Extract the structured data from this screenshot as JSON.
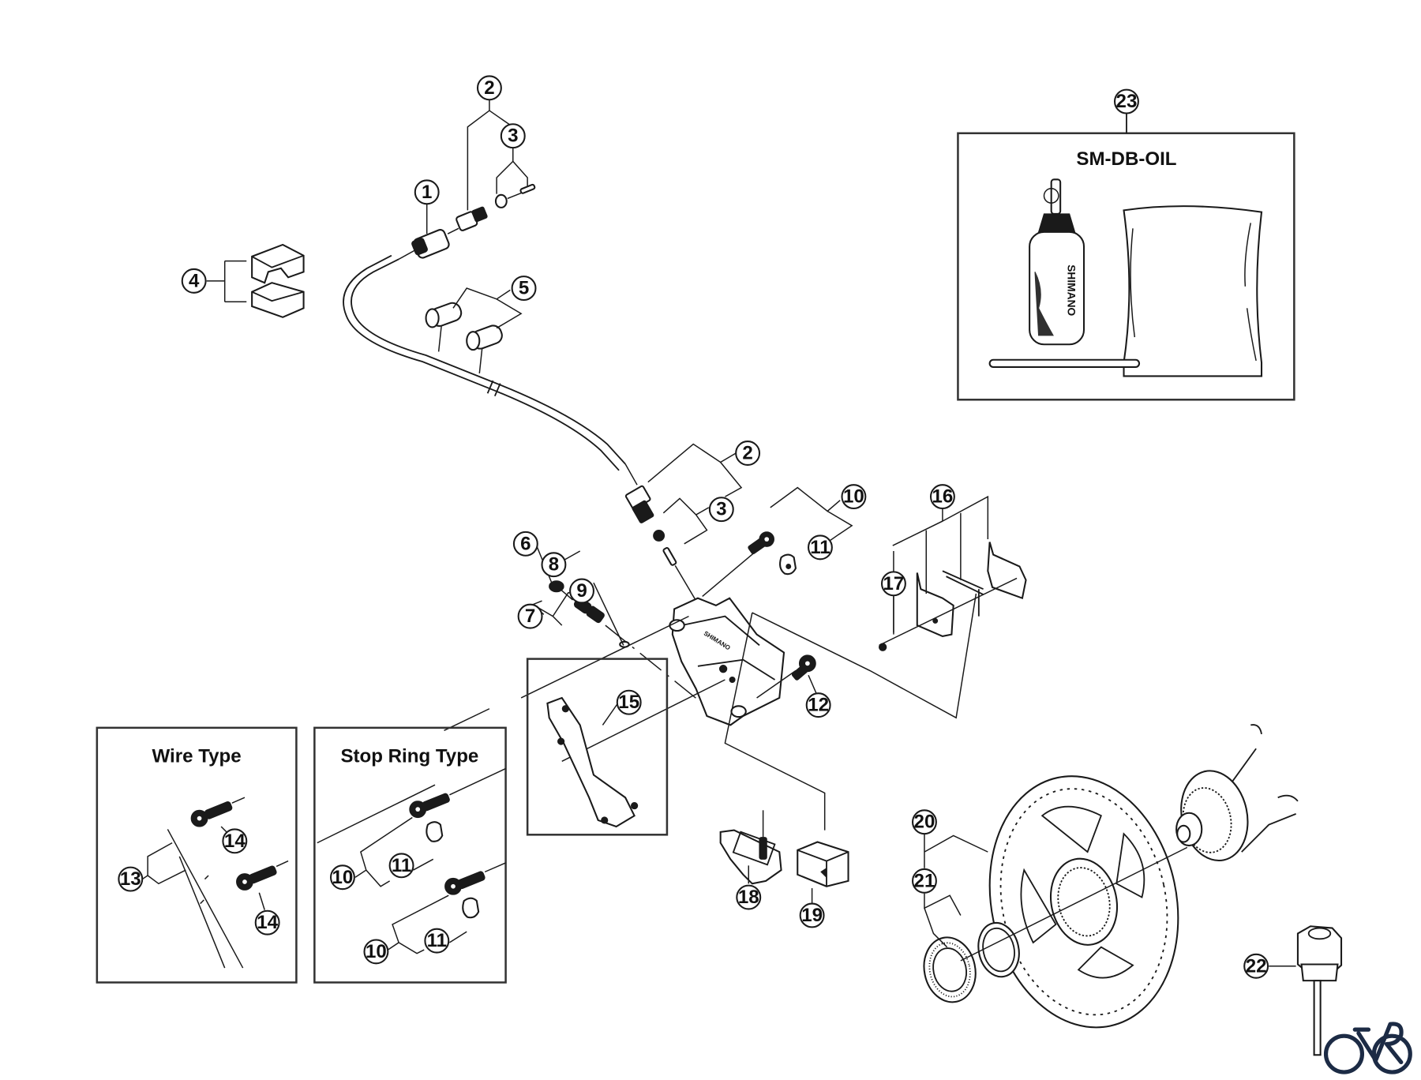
{
  "diagram": {
    "title": "Hydraulic disc brake exploded parts diagram",
    "callouts": [
      {
        "id": "c1",
        "label": "1"
      },
      {
        "id": "c2a",
        "label": "2"
      },
      {
        "id": "c3a",
        "label": "3"
      },
      {
        "id": "c4",
        "label": "4"
      },
      {
        "id": "c5",
        "label": "5"
      },
      {
        "id": "c2b",
        "label": "2"
      },
      {
        "id": "c3b",
        "label": "3"
      },
      {
        "id": "c6",
        "label": "6"
      },
      {
        "id": "c8",
        "label": "8"
      },
      {
        "id": "c9",
        "label": "9"
      },
      {
        "id": "c7",
        "label": "7"
      },
      {
        "id": "c10a",
        "label": "10"
      },
      {
        "id": "c11a",
        "label": "11"
      },
      {
        "id": "c12",
        "label": "12"
      },
      {
        "id": "c15",
        "label": "15"
      },
      {
        "id": "c16",
        "label": "16"
      },
      {
        "id": "c17",
        "label": "17"
      },
      {
        "id": "c18",
        "label": "18"
      },
      {
        "id": "c19",
        "label": "19"
      },
      {
        "id": "c20",
        "label": "20"
      },
      {
        "id": "c21",
        "label": "21"
      },
      {
        "id": "c22",
        "label": "22"
      },
      {
        "id": "c23",
        "label": "23"
      },
      {
        "id": "c13",
        "label": "13"
      },
      {
        "id": "c14a",
        "label": "14"
      },
      {
        "id": "c14b",
        "label": "14"
      },
      {
        "id": "c10b",
        "label": "10"
      },
      {
        "id": "c11b",
        "label": "11"
      },
      {
        "id": "c10c",
        "label": "10"
      },
      {
        "id": "c11c",
        "label": "11"
      }
    ],
    "boxes": {
      "oil_kit": {
        "title": "SM-DB-OIL",
        "bottle_brand": "SHIMANO"
      },
      "wire_type": {
        "title": "Wire Type"
      },
      "stop_ring_type": {
        "title": "Stop Ring Type"
      }
    },
    "caliper_brand": "SHIMANO",
    "watermark": {
      "name": "bike-logo",
      "color": "#1c2b45"
    }
  }
}
